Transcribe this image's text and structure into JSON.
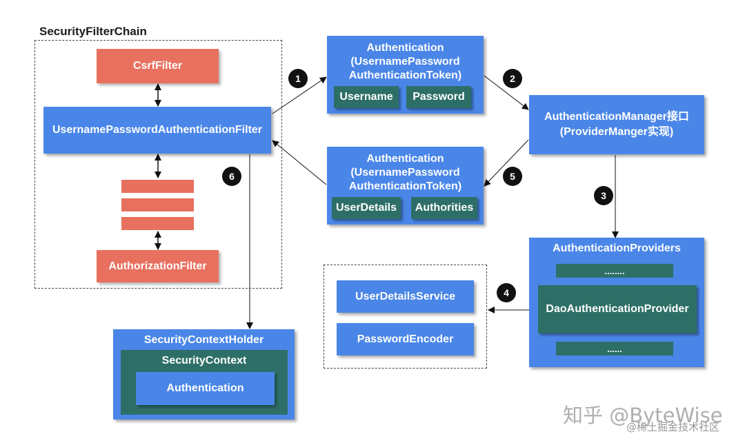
{
  "filter_chain": {
    "title": "SecurityFilterChain",
    "csrf_filter": "CsrfFilter",
    "upaf_filter": "UsernamePasswordAuthenticationFilter",
    "authorization_filter": "AuthorizationFilter"
  },
  "auth_request": {
    "title_line1": "Authentication",
    "title_line2": "(UsernamePassword",
    "title_line3": "AuthenticationToken)",
    "field1": "Username",
    "field2": "Password"
  },
  "auth_result": {
    "title_line1": "Authentication",
    "title_line2": "(UsernamePassword",
    "title_line3": "AuthenticationToken)",
    "field1": "UserDetails",
    "field2": "Authorities"
  },
  "auth_manager": {
    "line1": "AuthenticationManager接口",
    "line2": "(ProviderManger实现)"
  },
  "providers": {
    "title": "AuthenticationProviders",
    "ellipsis_top": "........",
    "dao": "DaoAuthenticationProvider",
    "ellipsis_bottom": "......"
  },
  "user_services": {
    "user_details_service": "UserDetailsService",
    "password_encoder": "PasswordEncoder"
  },
  "context_holder": {
    "title": "SecurityContextHolder",
    "context": "SecurityContext",
    "authentication": "Authentication"
  },
  "steps": [
    "1",
    "2",
    "3",
    "4",
    "5",
    "6"
  ],
  "watermark": {
    "line1": "知乎 @ByteWise",
    "line2": "@稀土掘金技术社区"
  },
  "colors": {
    "blue": "#4a86e8",
    "red": "#e8705f",
    "green": "#2d6f67"
  }
}
